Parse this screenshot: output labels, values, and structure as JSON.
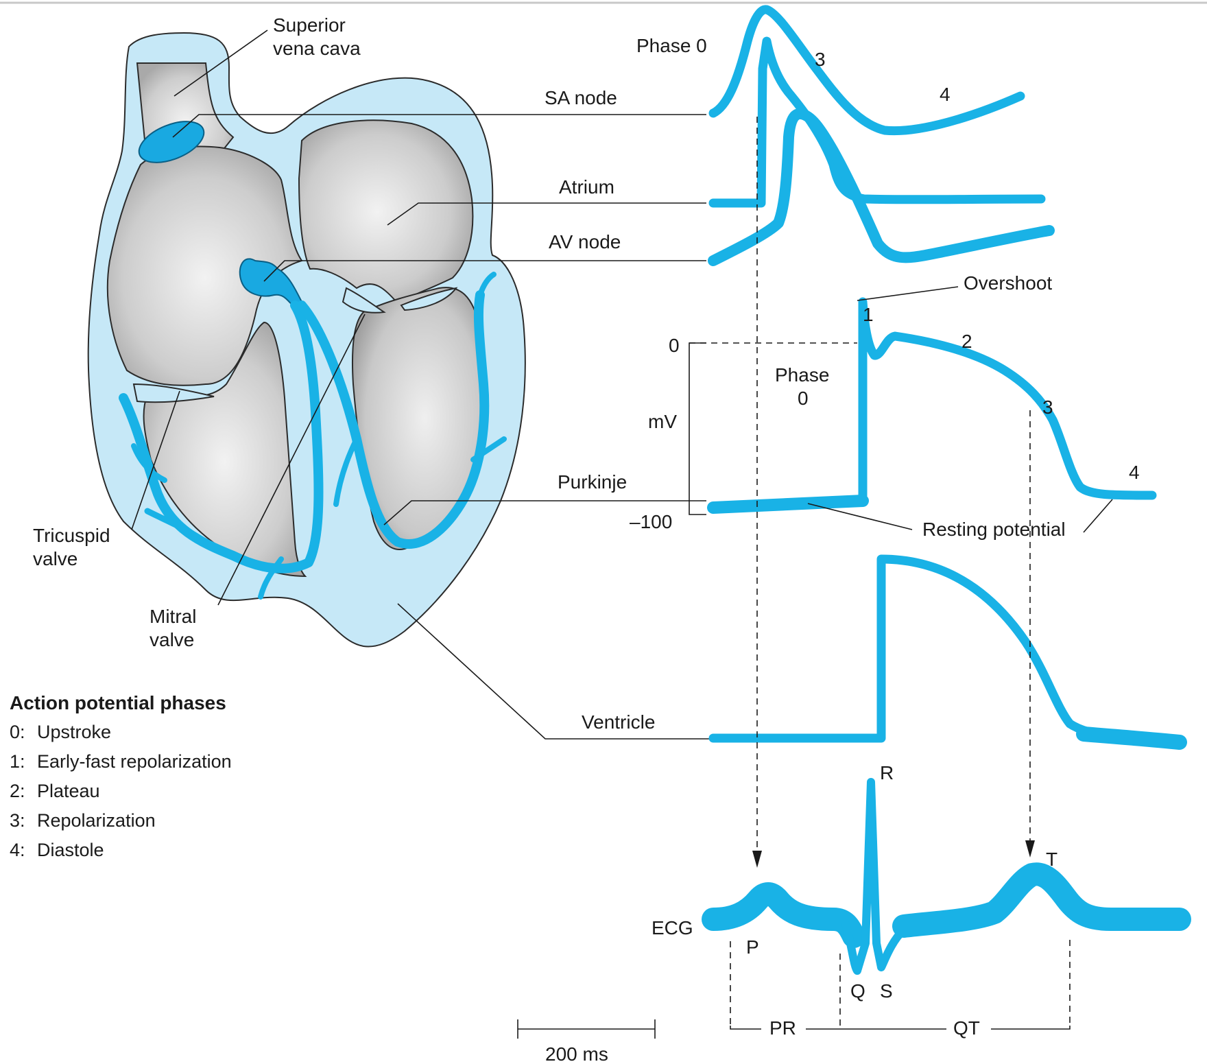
{
  "heart_labels": {
    "superior_vena_cava_l1": "Superior",
    "superior_vena_cava_l2": "vena cava",
    "tricuspid_l1": "Tricuspid",
    "tricuspid_l2": "valve",
    "mitral_l1": "Mitral",
    "mitral_l2": "valve"
  },
  "trace_labels": {
    "sa_node": "SA node",
    "atrium": "Atrium",
    "av_node": "AV node",
    "purkinje": "Purkinje",
    "ventricle": "Ventricle",
    "ecg": "ECG"
  },
  "sa_phases": {
    "phase0": "Phase 0",
    "p3": "3",
    "p4": "4"
  },
  "purkinje_annotations": {
    "overshoot": "Overshoot",
    "p1": "1",
    "p2": "2",
    "p3": "3",
    "p4": "4",
    "phase0_l1": "Phase",
    "phase0_l2": "0",
    "resting": "Resting potential"
  },
  "axis": {
    "zero": "0",
    "unit": "mV",
    "minus100": "–100"
  },
  "ecg_waves": {
    "p": "P",
    "q": "Q",
    "r": "R",
    "s": "S",
    "t": "T",
    "pr": "PR",
    "qt": "QT"
  },
  "scale_bar": "200 ms",
  "legend": {
    "title": "Action potential phases",
    "items": [
      {
        "key": "0:",
        "text": "Upstroke"
      },
      {
        "key": "1:",
        "text": "Early-fast repolarization"
      },
      {
        "key": "2:",
        "text": "Plateau"
      },
      {
        "key": "3:",
        "text": "Repolarization"
      },
      {
        "key": "4:",
        "text": "Diastole"
      }
    ]
  },
  "colors": {
    "trace_blue": "#19b2e6",
    "heart_outer_fill": "#c6e8f7",
    "heart_chamber_fill": "#cccccc",
    "conduction_blue": "#19a9e1"
  }
}
